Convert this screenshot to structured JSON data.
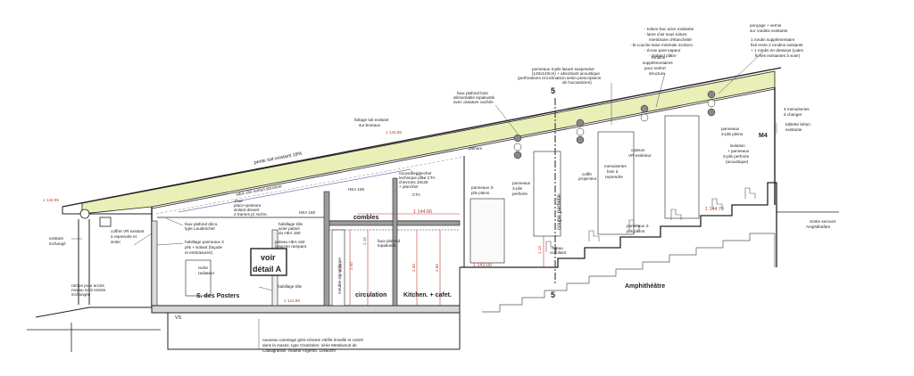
{
  "labels": {
    "faitage": [
      "faîtage toit existant",
      "sur bureaux"
    ],
    "level_top_left": "1 144.96",
    "level_faitage": "1 145.96",
    "pente": "pente toit existant 19%",
    "hea160_a": "HEA 160 renfort structure",
    "hea160_b": "HEA 160",
    "hea160_c": "HEA 160",
    "faux_plafond_deco": [
      "faux plafond déco.",
      "type Laudescher"
    ],
    "habillage_panneaux": [
      "habillage panneaux 3",
      "plis + isolant (façade",
      "et embrasures)"
    ],
    "coffret_vr": [
      "coffret VR existant",
      "à reprendre et",
      "isoler"
    ],
    "existant": [
      "existant",
      "inchangé"
    ],
    "niche": [
      "niche",
      "radiateur"
    ],
    "rampe": [
      "rampe pour accès",
      "niveau SAS entrée",
      "inchangée"
    ],
    "s_posters": "S. des Posters",
    "voir_detail": [
      "voir",
      "détail A"
    ],
    "habillage_tole_bottom": "habillage tôle",
    "meuble": "meuble signalétique",
    "circulation": "circulation",
    "kitchen": "Kitchen. + cafet.",
    "level_floor": "1 141.98",
    "vs": "VS",
    "joue": [
      "Joue",
      "placo+peinture",
      "isolant devant",
      "2 trames pl. techn."
    ],
    "habillage_tole_acier": [
      "habillage tôle",
      "acier patiné",
      "du HEA 160"
    ],
    "poteau": [
      "poteau HEA 160",
      "jusqu'en rampant"
    ],
    "faux_plafond_topakustik": [
      "faux plafond",
      "topakustik"
    ],
    "combles": "combles",
    "level_combles": "1 144.66",
    "nouveau_plancher": [
      "nouveau plancher",
      "technique pour CTA",
      "chevrons 10x20",
      "+ plancher"
    ],
    "cta": "CTA",
    "faux_plafond_bois": [
      "faux plafond bois",
      "démontable topakustik",
      "avec ossature cachée"
    ],
    "plenum": "plenum",
    "panneaux_pleins_a": [
      "panneaux 3-",
      "plis pleins"
    ],
    "panneaux_perfores_a": [
      "panneaux",
      "3-plis",
      "perforés"
    ],
    "coupe_partielle": "coupe partielle",
    "level_amphi_low": "1 143.00",
    "panneaux_suspendus": [
      "panneaux 3-plis lasuré suspendus",
      "(140x140cm) + absorbant acoustique",
      "(perforations et inclinaison selon prescriptions",
      "de l'acousticien)"
    ],
    "rondins_supp": [
      "rondins",
      "supplémentaires",
      "pour renfort",
      "structure"
    ],
    "caisson_vr": [
      "caisson",
      "VR extérieur"
    ],
    "menuiseries_bois": [
      "menuiseries",
      "bois à",
      "reprendre"
    ],
    "coiffe": [
      "coiffe",
      "projecteur"
    ],
    "panneaux_pleins_b": [
      "panneaux 3-",
      "plis pleins"
    ],
    "rideau": [
      "rideau",
      "occultant"
    ],
    "amphitheatre": "Amphithéâtre",
    "toiture": [
      "- toiture bac acier existante",
      "- lame d'air sous toiture",
      "membrane d'étanchéité",
      "- bi-couche laine minérale 2x16cm",
      "- écran pare-vapeur",
      "- plafond plâtre"
    ],
    "poncage": [
      "ponçage + vernis",
      "sur rondins existants"
    ],
    "rondin_supp": [
      "1 rondin supplémentaire",
      "fixé entre  2 rondins existants",
      "+ 1 rondin en dessous (cales",
      "fiches existantes à scier)"
    ],
    "panneaux_pleins_c": [
      "panneaux",
      "3-plis pleins"
    ],
    "isolation": [
      "isolation",
      "+ panneaux",
      "3-plis perforés",
      "(acoustique)"
    ],
    "menuiseries_changer": [
      "4 menuiseries",
      "à changer"
    ],
    "tablette": [
      "tablette béton",
      "existante"
    ],
    "m4": "M4",
    "level_right": "1 144.70",
    "sortie": [
      "Sortie secours",
      "Amphithéâtre"
    ],
    "section_mark": "5",
    "carrelage": [
      "nouveau carrelage grès-cérame vitrifié émaillé et coloré",
      "dans la masse, type Granitoker, série Metalwood de",
      "Casalgrande, couleur Argento, 10x60cm"
    ],
    "dims": [
      "2.35",
      "2.00",
      "2.15",
      "2.40",
      "2.65",
      "1.13"
    ]
  },
  "colors": {
    "insulation": "#e9efb6",
    "beam": "#9b9b9b",
    "dim_red": "#c0392b",
    "line": "#222222"
  }
}
